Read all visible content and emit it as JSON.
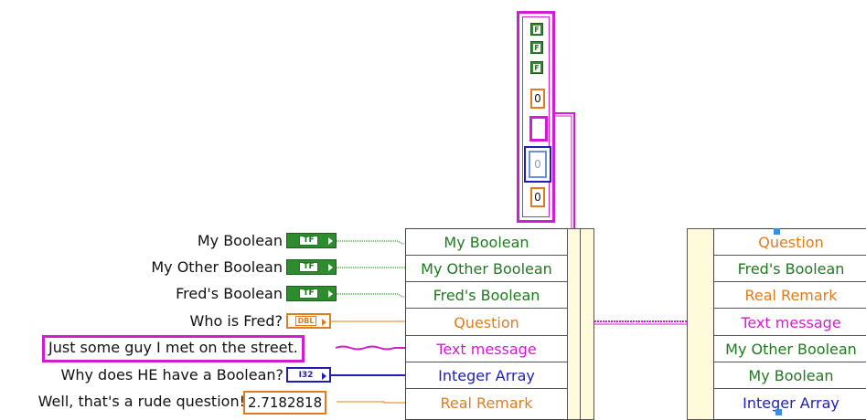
{
  "array_const": {
    "bool_terms": [
      "F",
      "F",
      "F"
    ],
    "num_top": "0",
    "num_blue": "0",
    "num_bottom": "0"
  },
  "inputs": [
    {
      "label": "My Boolean",
      "term": "TF"
    },
    {
      "label": "My Other Boolean",
      "term": "TF"
    },
    {
      "label": "Fred's Boolean",
      "term": "TF"
    },
    {
      "label": "Who is Fred?",
      "term": "DBL"
    }
  ],
  "string_constant": "Just some guy I met on the street.",
  "i32_input": {
    "label": "Why does HE have a Boolean?",
    "term": "I32"
  },
  "numeric_constant": {
    "label": "Well, that's a rude question!",
    "value": "2.7182818"
  },
  "bundle_left": {
    "items": [
      "My Boolean",
      "My Other Boolean",
      "Fred's Boolean",
      "Question",
      "Text message",
      "Integer Array",
      "Real Remark"
    ]
  },
  "bundle_right": {
    "items": [
      "Question",
      "Fred's Boolean",
      "Real Remark",
      "Text message",
      "My Other Boolean",
      "My Boolean",
      "Integer Array"
    ]
  },
  "colors": {
    "boolean": "#1f7a1f",
    "double": "#e07c1e",
    "string": "#d21bd2",
    "integer": "#1f1fb4"
  }
}
